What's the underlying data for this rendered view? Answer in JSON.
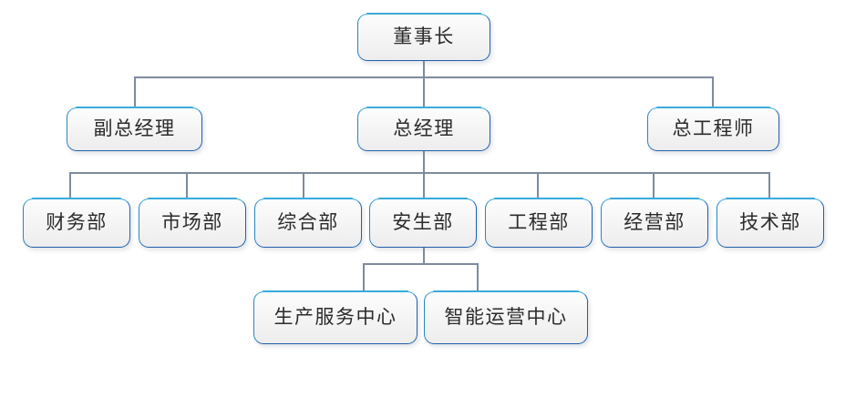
{
  "chart": {
    "type": "org-chart",
    "title": "",
    "orientation": "top-down",
    "colors": {
      "box_border_top": "#34a5d8",
      "box_border_bottom": "#1f5fad",
      "box_fill_top": "#fdfdfd",
      "box_fill_bottom": "#ededed",
      "connector": "#7d8b9d",
      "text": "#2b2b2b",
      "background": "#ffffff"
    },
    "levels": [
      {
        "level": 1,
        "nodes": [
          {
            "id": "chairman",
            "label": "董事长"
          }
        ]
      },
      {
        "level": 2,
        "nodes": [
          {
            "id": "deputy-gm",
            "label": "副总经理"
          },
          {
            "id": "general-manager",
            "label": "总经理"
          },
          {
            "id": "chief-engineer",
            "label": "总工程师"
          }
        ]
      },
      {
        "level": 3,
        "nodes": [
          {
            "id": "finance-dept",
            "label": "财务部"
          },
          {
            "id": "market-dept",
            "label": "市场部"
          },
          {
            "id": "general-affairs-dept",
            "label": "综合部"
          },
          {
            "id": "safety-production-dept",
            "label": "安生部"
          },
          {
            "id": "engineering-dept",
            "label": "工程部"
          },
          {
            "id": "operations-dept",
            "label": "经营部"
          },
          {
            "id": "technology-dept",
            "label": "技术部"
          }
        ]
      },
      {
        "level": 4,
        "nodes": [
          {
            "id": "production-service-center",
            "label": "生产服务中心"
          },
          {
            "id": "smart-operations-center",
            "label": "智能运营中心"
          }
        ]
      }
    ],
    "edges": [
      {
        "from": "chairman",
        "to": "deputy-gm"
      },
      {
        "from": "chairman",
        "to": "general-manager"
      },
      {
        "from": "chairman",
        "to": "chief-engineer"
      },
      {
        "from": "general-manager",
        "to": "finance-dept"
      },
      {
        "from": "general-manager",
        "to": "market-dept"
      },
      {
        "from": "general-manager",
        "to": "general-affairs-dept"
      },
      {
        "from": "general-manager",
        "to": "safety-production-dept"
      },
      {
        "from": "general-manager",
        "to": "engineering-dept"
      },
      {
        "from": "general-manager",
        "to": "operations-dept"
      },
      {
        "from": "general-manager",
        "to": "technology-dept"
      },
      {
        "from": "safety-production-dept",
        "to": "production-service-center"
      },
      {
        "from": "safety-production-dept",
        "to": "smart-operations-center"
      }
    ]
  }
}
